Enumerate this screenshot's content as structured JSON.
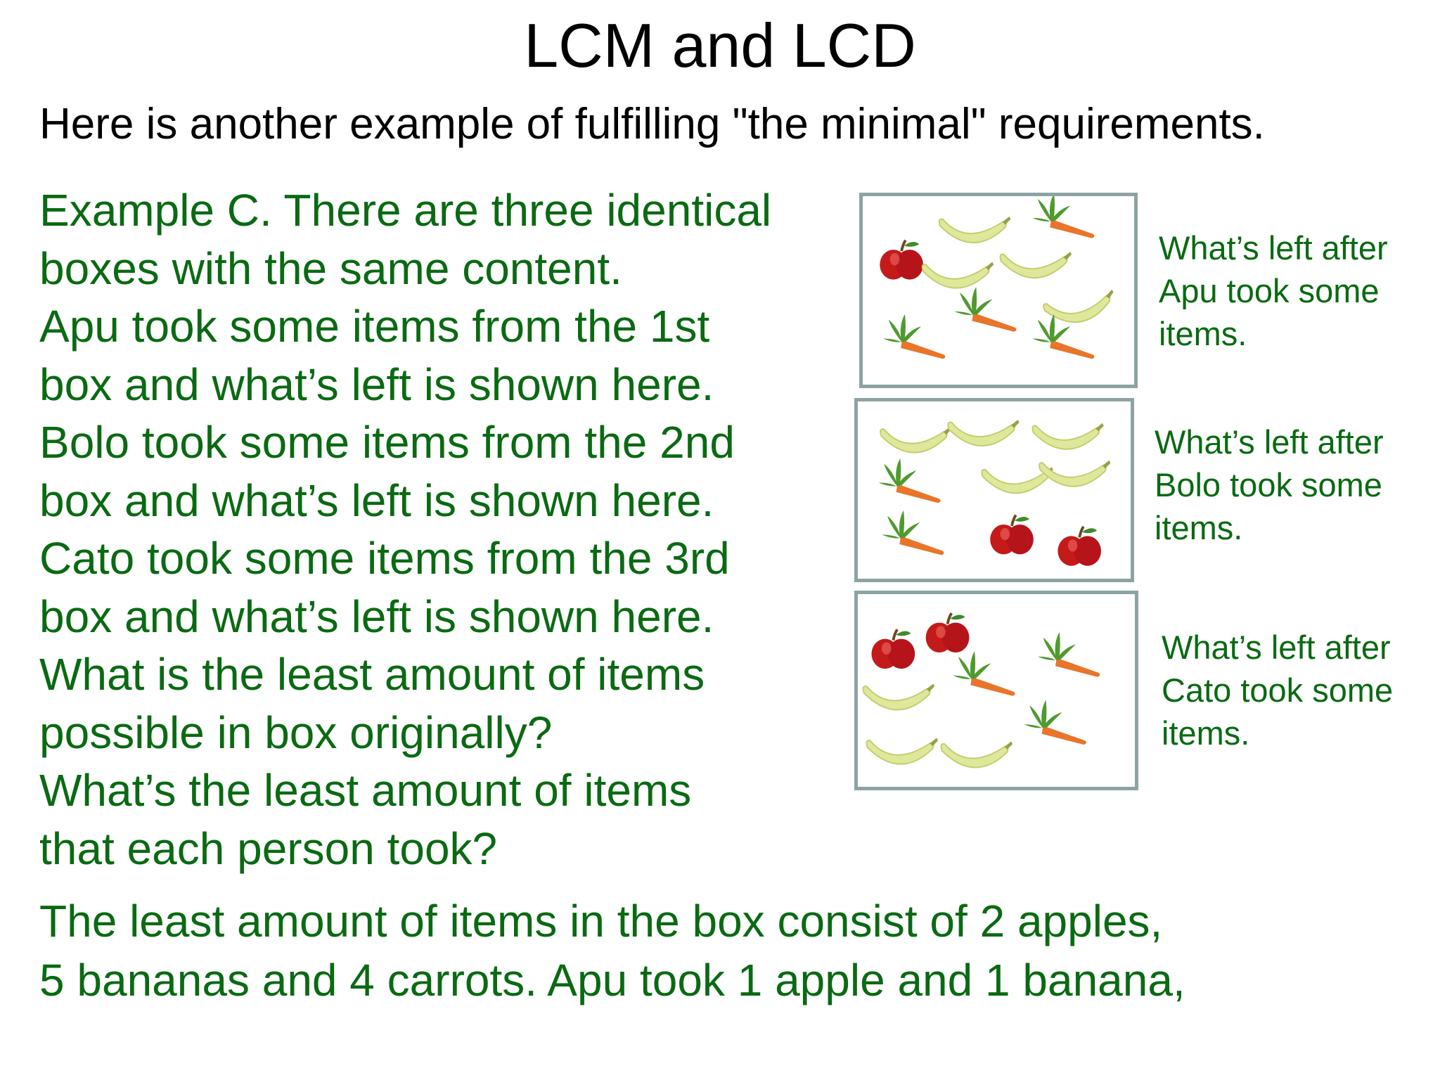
{
  "title": "LCM and LCD",
  "subtitle": "Here is another example of fulfilling \"the minimal\" requirements.",
  "problem_lines": [
    "Example C. There are three identical",
    "boxes with the same content.",
    "Apu took some items from the 1st",
    "box and what’s left is shown here.",
    "Bolo took some items from the 2nd",
    "box and what’s left is shown here.",
    "Cato took some items from the 3rd",
    "box and what’s left is shown here.",
    "What is the least amount of items",
    "possible in box originally?",
    "What’s the least amount of items",
    "that each person took?"
  ],
  "answer_lines": [
    "The least amount of items in the box consist of 2 apples,",
    "5 bananas and 4 carrots.  Apu took 1 apple and 1 banana,"
  ],
  "boxes": [
    {
      "caption": [
        "What’s left after",
        "Apu took some",
        "items."
      ],
      "contents": {
        "apples": 1,
        "bananas": 4,
        "carrots": 4
      }
    },
    {
      "caption": [
        "What’s left after",
        "Bolo took some",
        "items."
      ],
      "contents": {
        "apples": 2,
        "bananas": 5,
        "carrots": 2
      }
    },
    {
      "caption": [
        "What’s left after",
        "Cato took some",
        "items."
      ],
      "contents": {
        "apples": 2,
        "bananas": 3,
        "carrots": 3
      }
    }
  ],
  "colors": {
    "problem_text": "#0a6a12",
    "box_border": "#8da3a3",
    "apple": "#c41a1a",
    "banana": "#dfe89a",
    "carrot": "#e8752a",
    "leaf": "#4f9a2e"
  }
}
